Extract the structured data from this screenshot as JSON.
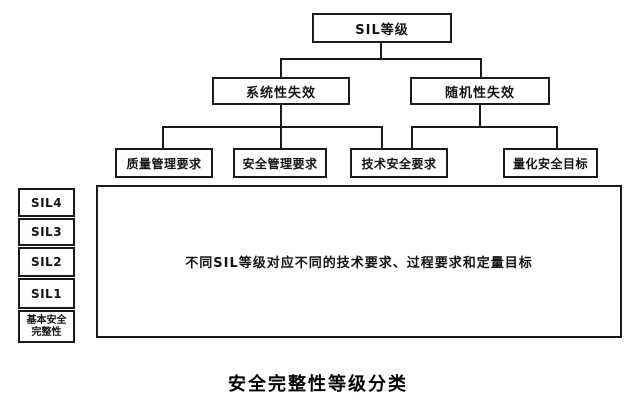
{
  "diagram": {
    "root": {
      "label": "SIL等级"
    },
    "level2": [
      {
        "label": "系统性失效"
      },
      {
        "label": "随机性失效"
      }
    ],
    "level3": [
      {
        "label": "质量管理要求"
      },
      {
        "label": "安全管理要求"
      },
      {
        "label": "技术安全要求"
      },
      {
        "label": "量化安全目标"
      }
    ],
    "sil_column": {
      "items": [
        {
          "label": "SIL4"
        },
        {
          "label": "SIL3"
        },
        {
          "label": "SIL2"
        },
        {
          "label": "SIL1"
        }
      ],
      "basic": {
        "line1": "基本安全",
        "line2": "完整性"
      }
    },
    "big_box": {
      "text": "不同SIL等级对应不同的技术要求、过程要求和定量目标"
    },
    "caption": "安全完整性等级分类",
    "colors": {
      "line": "#1a1a1a",
      "background": "#ffffff",
      "text": "#141414"
    }
  }
}
